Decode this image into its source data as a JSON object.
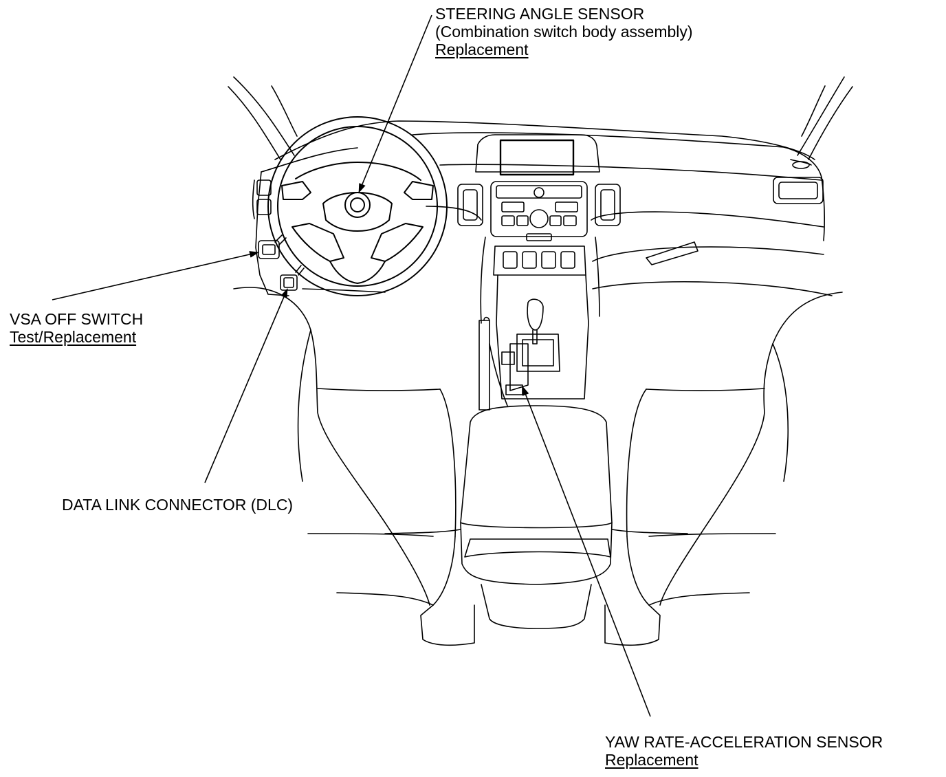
{
  "labels": {
    "steering_angle_sensor": {
      "title": "STEERING ANGLE SENSOR",
      "subtitle": "(Combination switch body assembly)",
      "action": "Replacement"
    },
    "vsa_off_switch": {
      "title": "VSA OFF SWITCH",
      "action": "Test/Replacement"
    },
    "data_link_connector": {
      "title": "DATA LINK CONNECTOR (DLC)"
    },
    "yaw_rate_sensor": {
      "title": "YAW RATE-ACCELERATION SENSOR",
      "action": "Replacement"
    }
  },
  "colors": {
    "line": "#000000",
    "background": "#ffffff"
  }
}
